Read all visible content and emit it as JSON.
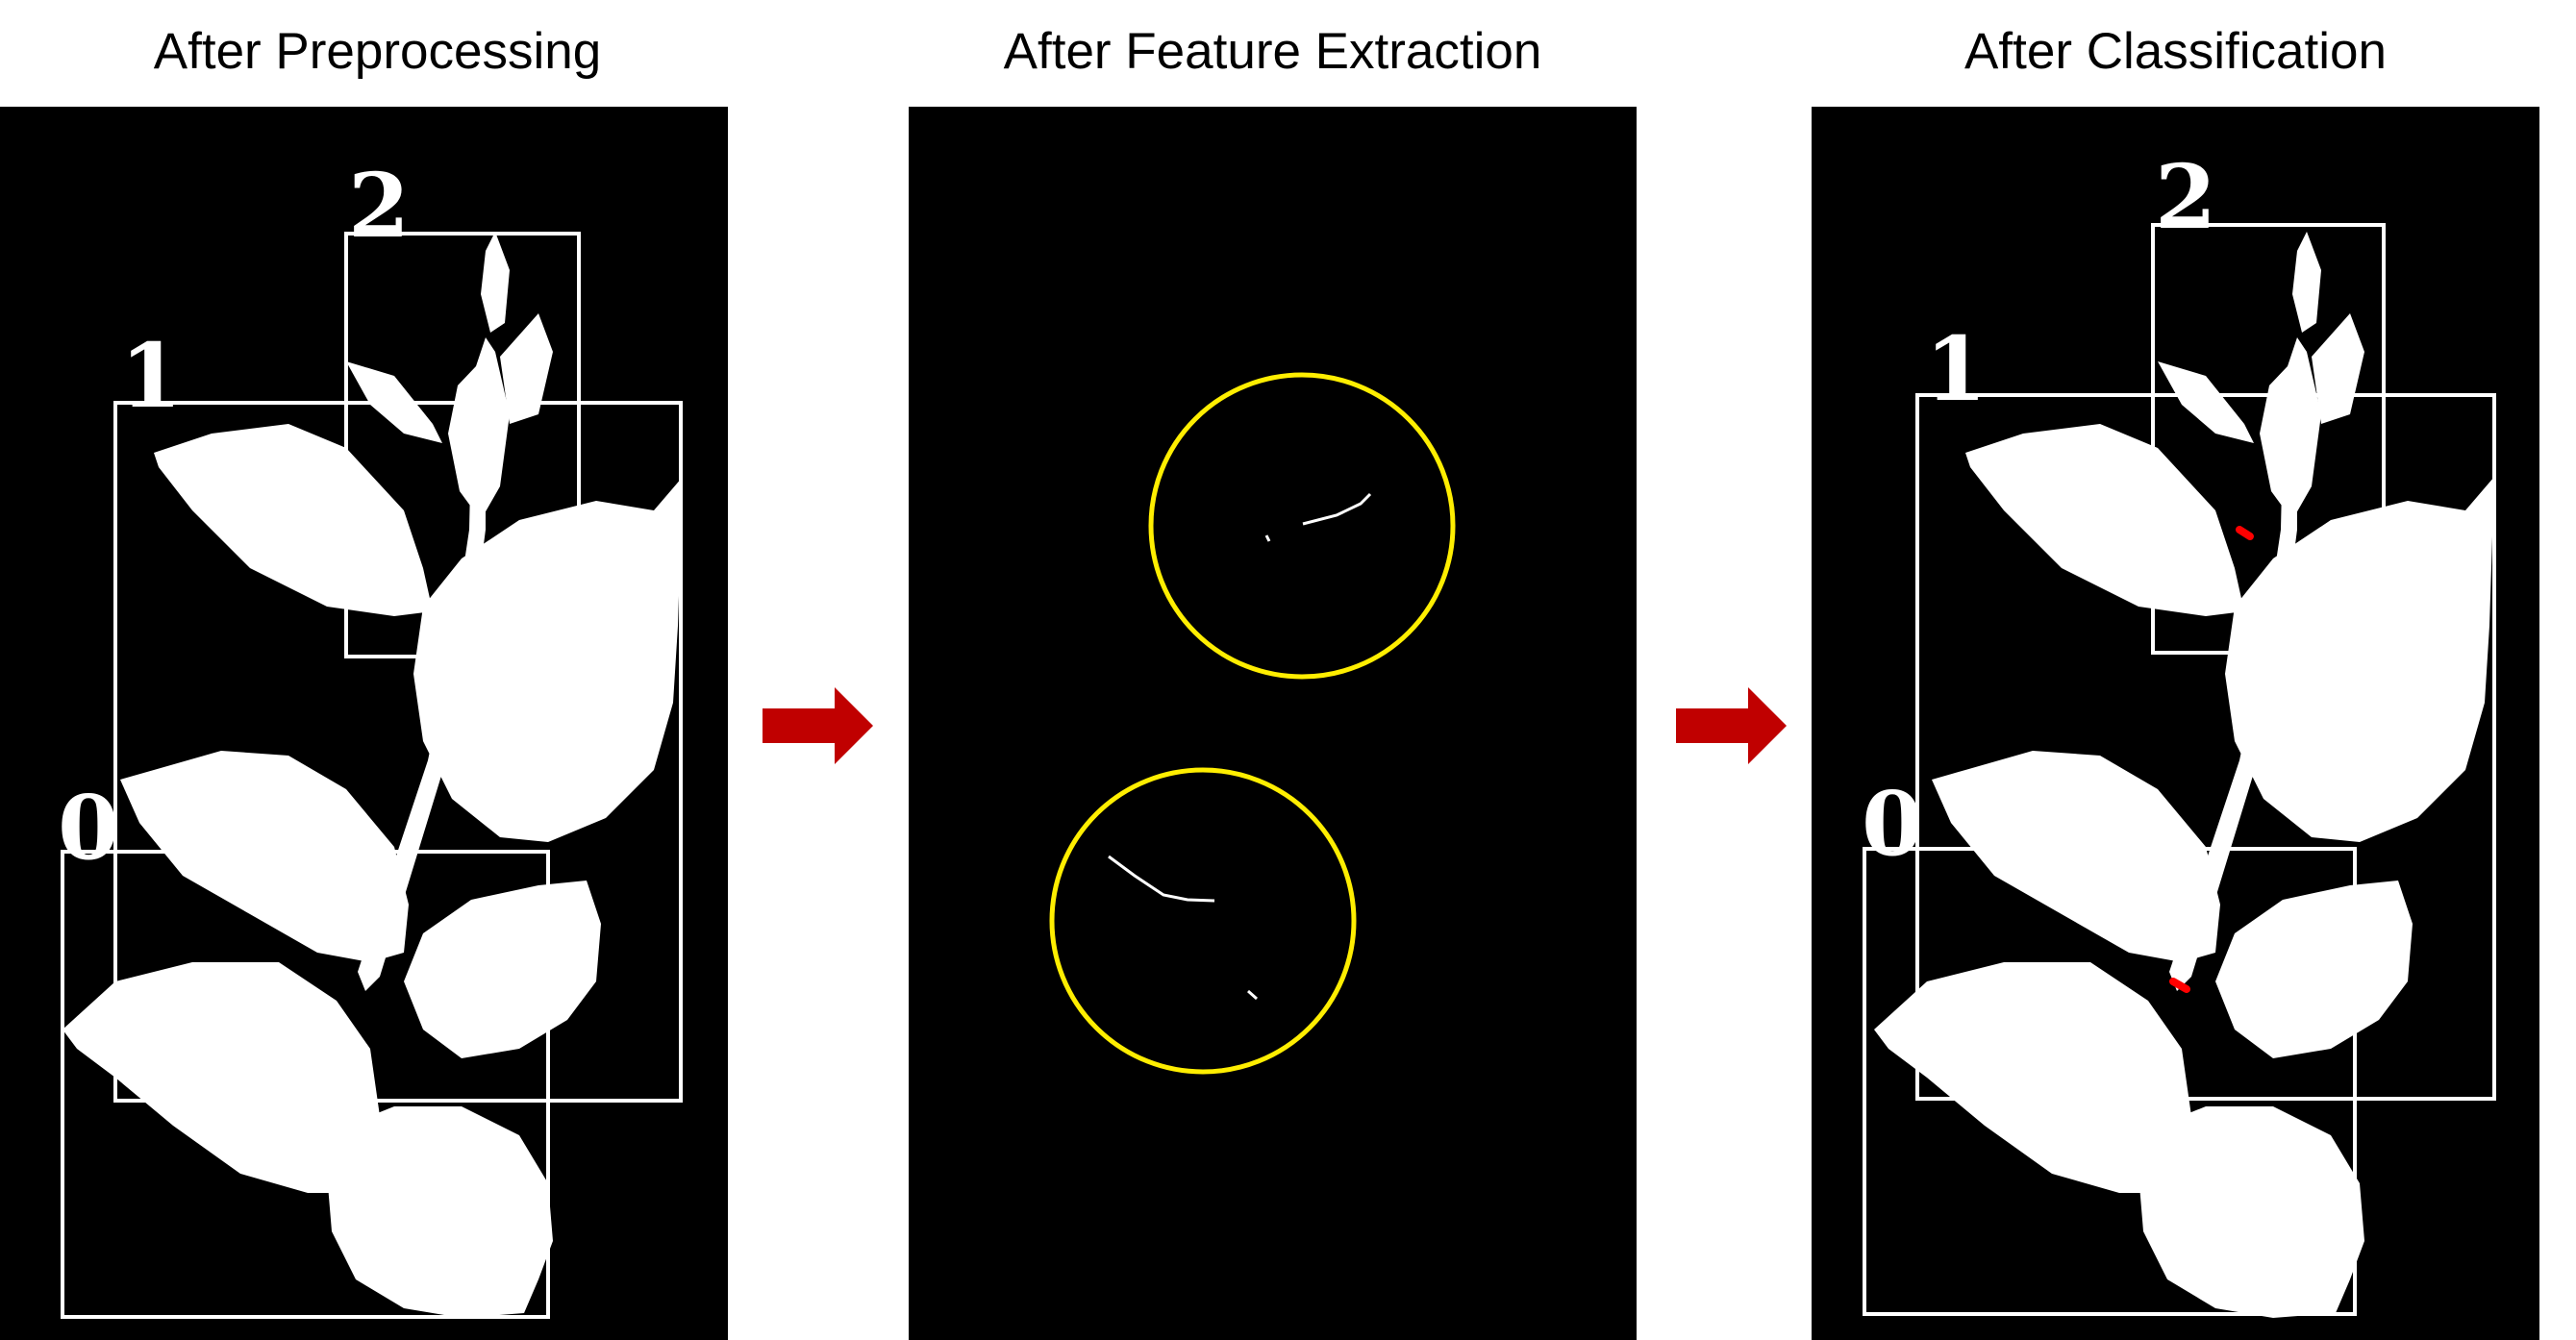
{
  "titles": {
    "preprocessing": "After Preprocessing",
    "feature": "After Feature Extraction",
    "classification": "After Classification"
  },
  "box_labels": [
    "0",
    "1",
    "2"
  ],
  "colors": {
    "panel_bg": "#000000",
    "shape": "#ffffff",
    "circle": "#ffee00",
    "arrow": "#c00000",
    "mark": "#ff0000"
  }
}
